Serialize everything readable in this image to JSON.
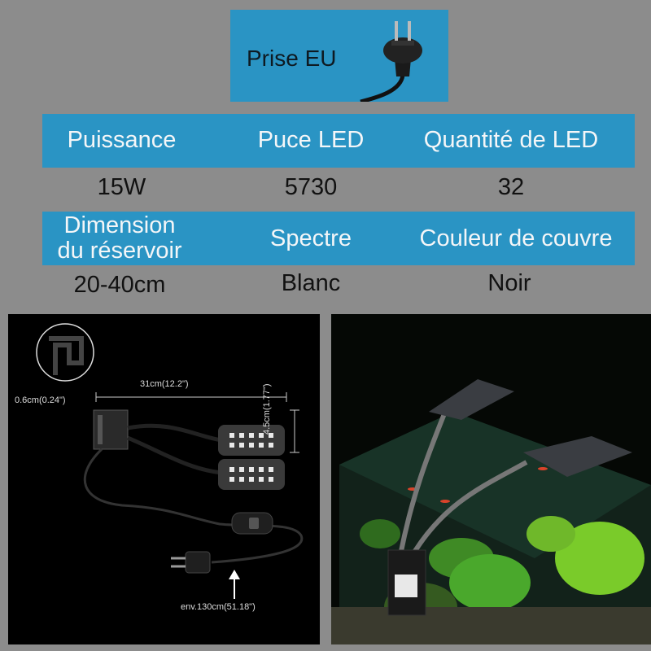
{
  "plug": {
    "label": "Prise EU"
  },
  "specs_row1": {
    "headers": [
      "Puissance",
      "Puce LED",
      "Quantité de LED"
    ],
    "values": [
      "15W",
      "5730",
      "32"
    ]
  },
  "specs_row2": {
    "headers": [
      "Dimension\ndu réservoir",
      "Spectre",
      "Couleur de couvre"
    ],
    "values": [
      "20-40cm",
      "Blanc",
      "Noir"
    ]
  },
  "dimensions": {
    "width": "31cm(12.2\")",
    "clip": "0.6cm(0.24\")",
    "height": "4.5cm(1.77\")",
    "cable": "env.130cm(51.18\")"
  },
  "colors": {
    "band": "#2a94c4",
    "background": "#8c8c8c"
  }
}
